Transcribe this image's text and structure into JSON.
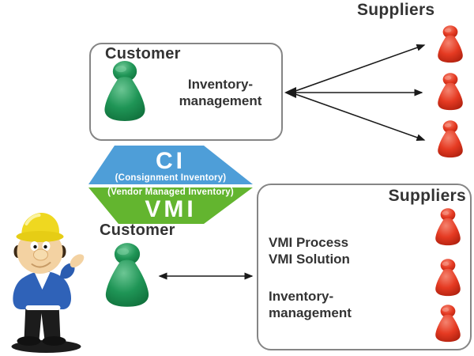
{
  "top": {
    "suppliers_title": "Suppliers",
    "customer_box": {
      "title": "Customer",
      "inventory_line1": "Inventory-",
      "inventory_line2": "management"
    }
  },
  "hexagon": {
    "ci_abbr": "CI",
    "ci_caption": "(Consignment Inventory)",
    "vmi_caption": "(Vendor Managed Inventory)",
    "vmi_abbr": "VMI",
    "ci_color": "#4E9ED8",
    "vmi_color": "#63B52F"
  },
  "bottom": {
    "customer_label": "Customer",
    "suppliers_box": {
      "title": "Suppliers",
      "process_line1": "VMI Process",
      "process_line2": "VMI Solution",
      "inventory_line1": "Inventory-",
      "inventory_line2": "management"
    }
  },
  "icons": {
    "customer_pawn": "green-pawn-figure",
    "supplier_pawn": "red-pawn-figure",
    "mascot": "construction-worker-cartoon"
  },
  "colors": {
    "customer_pawn_green": "#1F9556",
    "supplier_pawn_red": "#E23B22",
    "arrow": "#1A1A1A",
    "box_border": "#858585",
    "text": "#333333",
    "hat_yellow": "#EFD820",
    "jacket_blue": "#2F62B8"
  }
}
